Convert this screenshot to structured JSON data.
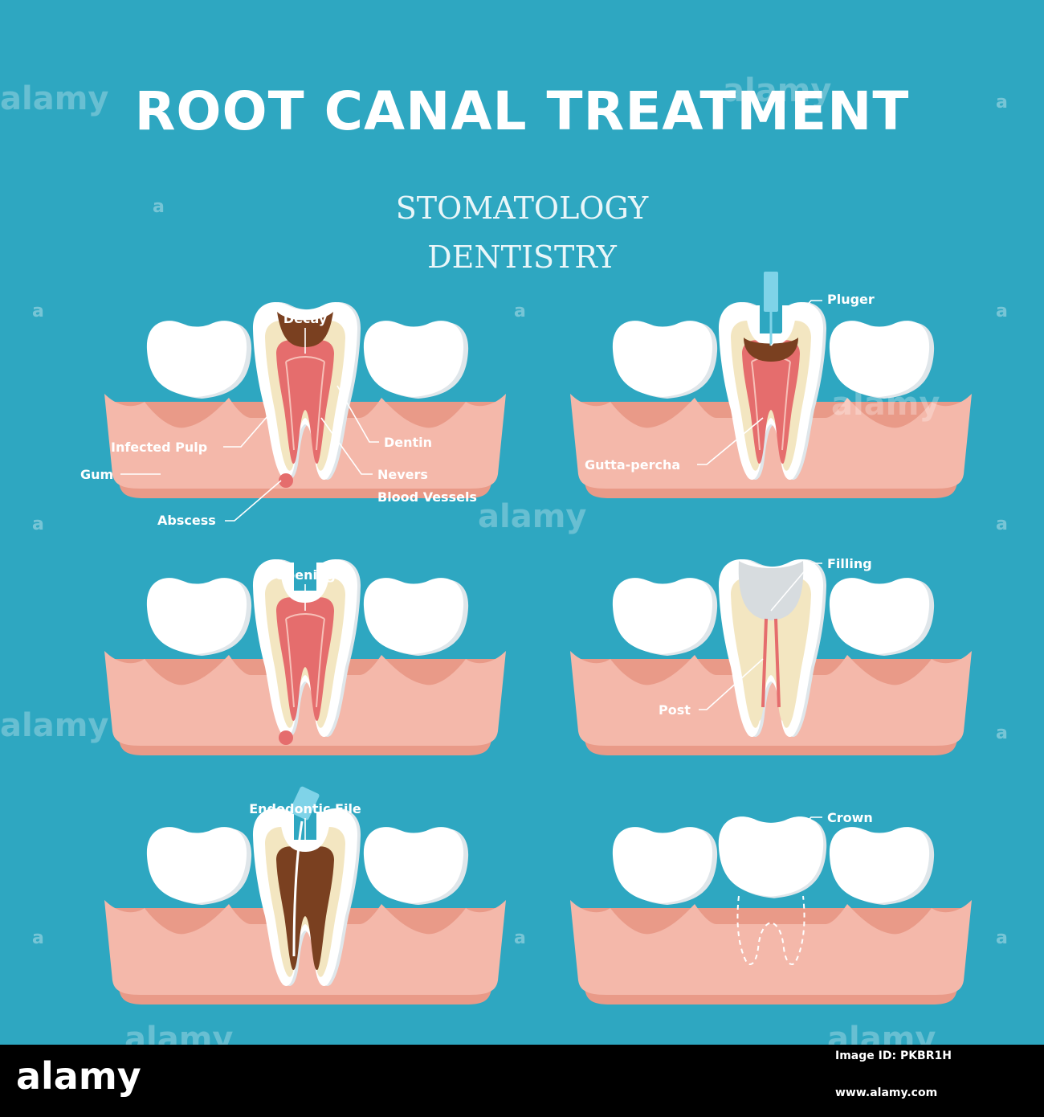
{
  "header": {
    "title": "ROOT CANAL TREATMENT",
    "subtitle_line1": "STOMATOLOGY",
    "subtitle_line2": "DENTISTRY"
  },
  "panels": {
    "decay": {
      "label_decay": "Decay",
      "label_infected_pulp": "Infected Pulp",
      "label_dentin": "Dentin",
      "label_gum": "Gum",
      "label_nerves": "Nevers",
      "label_vessels": "Blood Vessels",
      "label_abscess": "Abscess"
    },
    "pluger": {
      "label_pluger": "Pluger",
      "label_gutta": "Gutta-percha"
    },
    "opening": {
      "label_opening": "Opening"
    },
    "filling": {
      "label_filling": "Filling",
      "label_post": "Post"
    },
    "file": {
      "label_file": "Endodontic File"
    },
    "crown": {
      "label_crown": "Crown"
    }
  },
  "watermark": {
    "text": "alamy",
    "letter": "a"
  },
  "footer": {
    "logo": "alamy",
    "image_id": "Image ID: PKBR1H",
    "url": "www.alamy.com"
  },
  "colors": {
    "background": "#2ea7c1",
    "gum": "#f4b8aa",
    "gum_dark": "#e99a88",
    "tooth": "#ffffff",
    "enamel_shade": "#dfe6ea",
    "dentin": "#f3e6c1",
    "pulp": "#e56d6d",
    "decay": "#7a4020",
    "instrument": "#7fd3e8"
  }
}
